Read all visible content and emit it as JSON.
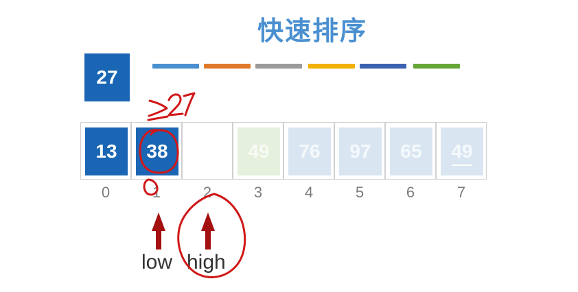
{
  "title": "快速排序",
  "pivot": {
    "value": "27"
  },
  "color_bars": [
    "#4a8fcf",
    "#e07a2a",
    "#9b9b9b",
    "#f2b100",
    "#3a62b0",
    "#66a637"
  ],
  "array": [
    {
      "value": "13",
      "style": "dark",
      "index": "0"
    },
    {
      "value": "38",
      "style": "dark",
      "index": "1"
    },
    {
      "value": "",
      "style": "empty",
      "index": "2"
    },
    {
      "value": "49",
      "style": "green",
      "index": "3"
    },
    {
      "value": "76",
      "style": "light",
      "index": "4"
    },
    {
      "value": "97",
      "style": "light",
      "index": "5"
    },
    {
      "value": "65",
      "style": "light",
      "index": "6"
    },
    {
      "value": "49",
      "style": "light",
      "index": "7",
      "underlined": true
    }
  ],
  "pointers": {
    "low": "low",
    "high": "high"
  },
  "annotation": {
    "text": "≥27",
    "color": "#d01818"
  }
}
